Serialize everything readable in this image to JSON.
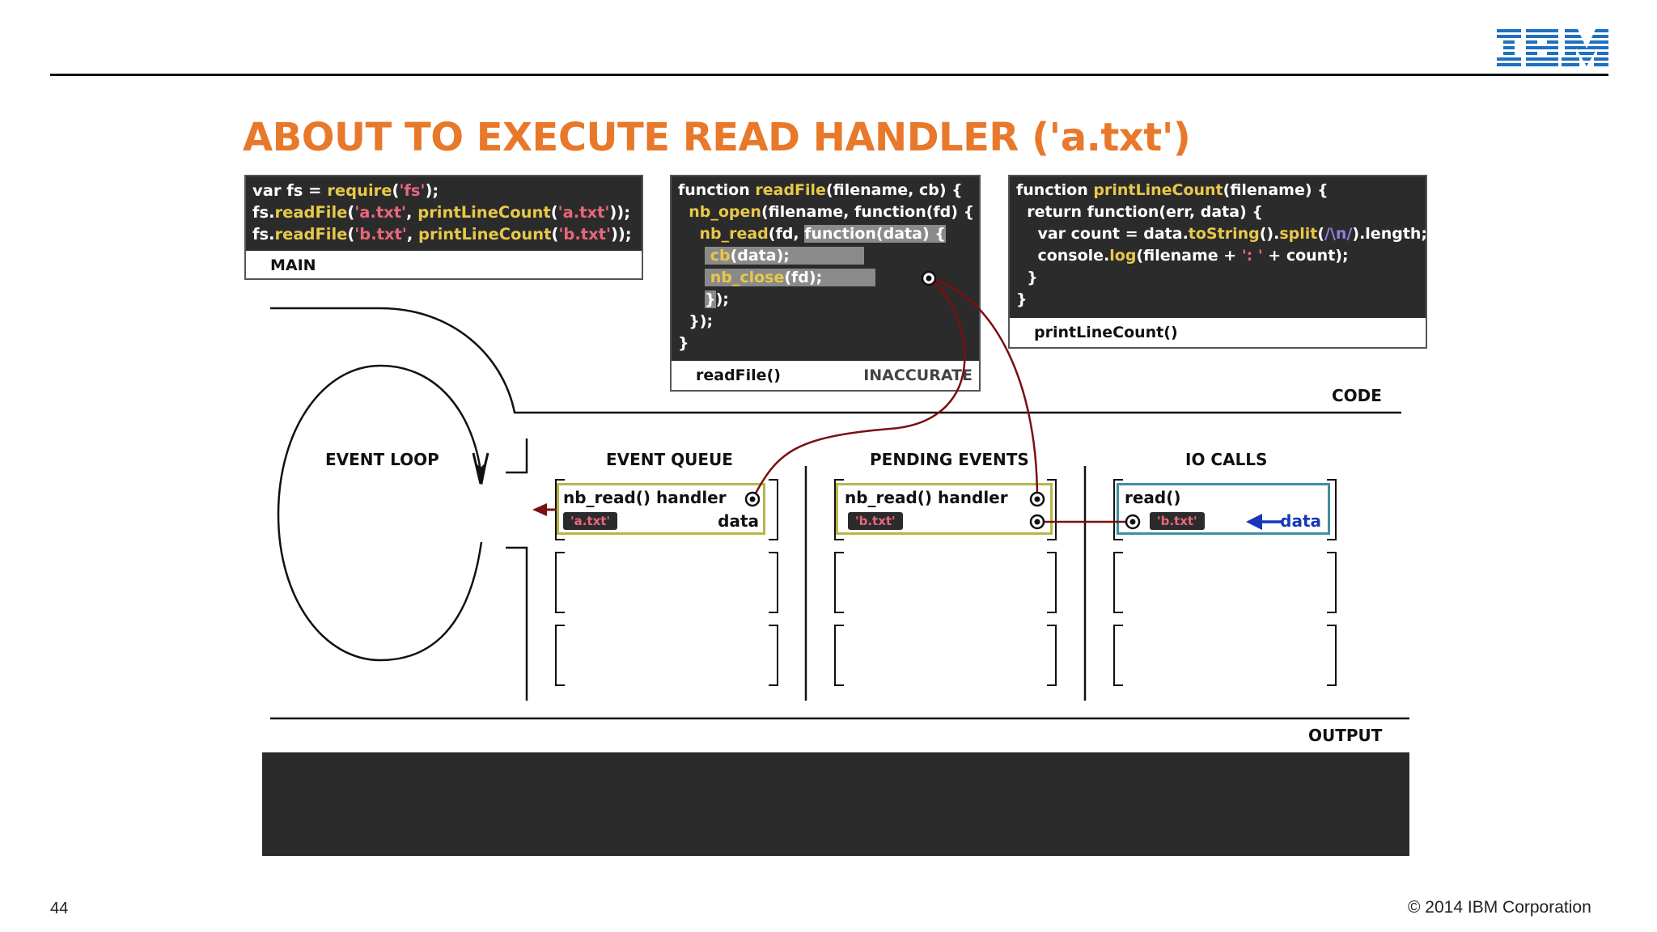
{
  "header": {
    "brand": "IBM",
    "title": "ABOUT TO EXECUTE READ HANDLER ('a.txt')"
  },
  "code_main": {
    "lines": [
      [
        "var fs = ",
        "require",
        "(",
        "'fs'",
        ");"
      ],
      [
        "fs.",
        "readFile",
        "(",
        "'a.txt'",
        ", ",
        "printLineCount",
        "(",
        "'a.txt'",
        "));"
      ],
      [
        "fs.",
        "readFile",
        "(",
        "'b.txt'",
        ", ",
        "printLineCount",
        "(",
        "'b.txt'",
        "));"
      ]
    ],
    "footer": "MAIN"
  },
  "code_readfile": {
    "lines": [
      "function readFile(filename, cb) {",
      "  nb_open(filename, function(fd) {",
      "    nb_read(fd, function(data) {",
      "      cb(data);",
      "      nb_close(fd);",
      "    });",
      "  });",
      "}"
    ],
    "footer": "readFile()",
    "footer_note": "INACCURATE"
  },
  "code_printlinecount": {
    "lines": [
      "function printLineCount(filename) {",
      "  return function(err, data) {",
      "    var count = data.toString().split(/\\n/).length;",
      "    console.log(filename + ': ' + count);",
      "  }",
      "}"
    ],
    "footer": "printLineCount()"
  },
  "sections": {
    "code": "CODE",
    "event_loop": "EVENT LOOP",
    "event_queue": "EVENT QUEUE",
    "pending_events": "PENDING EVENTS",
    "io_calls": "IO CALLS",
    "output": "OUTPUT"
  },
  "event_queue_entry": {
    "title": "nb_read() handler",
    "tag": "'a.txt'",
    "data": "data"
  },
  "pending_entry": {
    "title": "nb_read() handler",
    "tag": "'b.txt'"
  },
  "io_entry": {
    "title": "read()",
    "tag": "'b.txt'",
    "data": "data"
  },
  "colors": {
    "title_orange": "#e8782a",
    "ibm_blue": "#1f70c1",
    "code_bg": "#2b2b2b",
    "code_fn": "#e8c84a",
    "code_str": "#e8677a",
    "link_dark_red": "#7a1010",
    "queue_border": "#b9b54a",
    "io_border": "#3f8f9e",
    "data_blue": "#1537b8"
  },
  "footer": {
    "page_number": "44",
    "copyright": "© 2014 IBM Corporation"
  }
}
